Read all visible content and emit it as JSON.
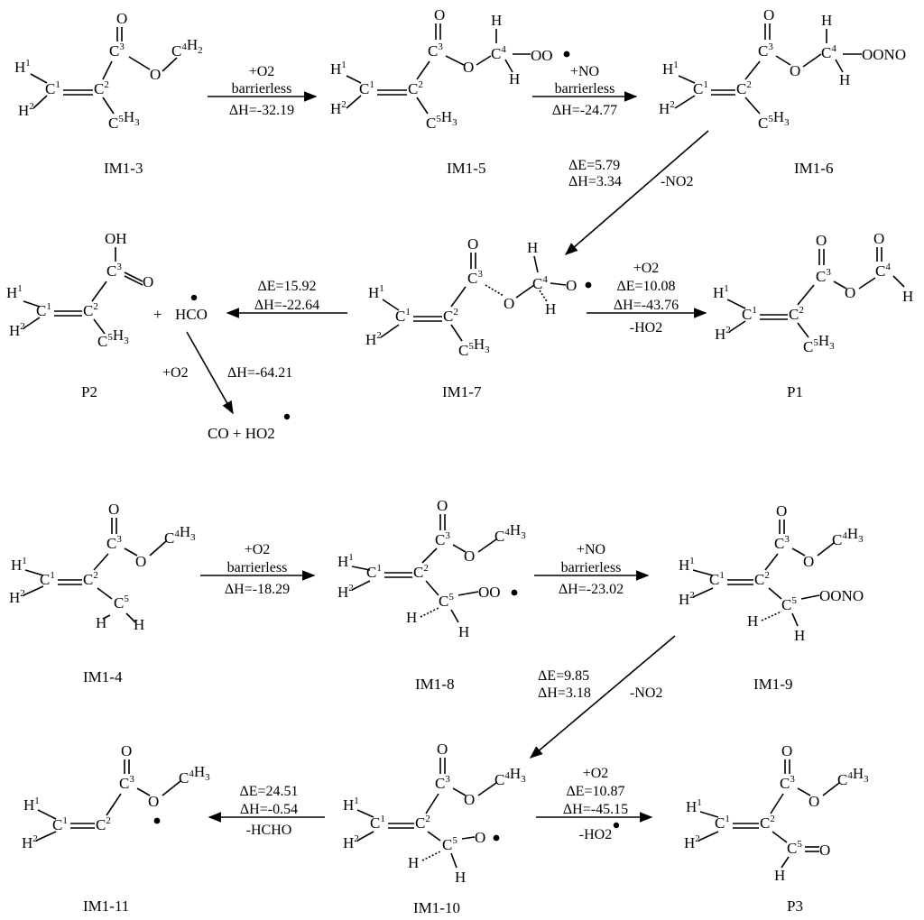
{
  "molecules": {
    "im1_3": "IM1-3",
    "im1_5": "IM1-5",
    "im1_6": "IM1-6",
    "im1_7": "IM1-7",
    "p1": "P1",
    "p2": "P2",
    "im1_4": "IM1-4",
    "im1_8": "IM1-8",
    "im1_9": "IM1-9",
    "im1_10": "IM1-10",
    "im1_11": "IM1-11",
    "p3": "P3"
  },
  "arrows": {
    "a1": {
      "l1": "+O2",
      "l2": "barrierless",
      "l3": "ΔH=-32.19"
    },
    "a2": {
      "l1": "+NO",
      "l2": "barrierless",
      "l3": "ΔH=-24.77"
    },
    "a3": {
      "l1": "ΔE=5.79",
      "l2": "ΔH=3.34",
      "l3": "-NO2"
    },
    "a4": {
      "l1": "ΔE=15.92",
      "l2": "ΔH=-22.64"
    },
    "a5": {
      "l1": "+O2",
      "l2": "ΔE=10.08",
      "l3": "ΔH=-43.76",
      "l4": "-HO2"
    },
    "a6": {
      "l1": "+O2",
      "l2": "ΔH=-64.21"
    },
    "a7": {
      "l1": "+O2",
      "l2": "barrierless",
      "l3": "ΔH=-18.29"
    },
    "a8": {
      "l1": "+NO",
      "l2": "barrierless",
      "l3": "ΔH=-23.02"
    },
    "a9": {
      "l1": "ΔE=9.85",
      "l2": "ΔH=3.18",
      "l3": "-NO2"
    },
    "a10": {
      "l1": "ΔE=24.51",
      "l2": "ΔH=-0.54",
      "l3": "-HCHO"
    },
    "a11": {
      "l1": "+O2",
      "l2": "ΔE=10.87",
      "l3": "ΔH=-45.15",
      "l4": "-HO2"
    }
  },
  "species": {
    "plus": "+",
    "hco": "HCO",
    "co_ho2": "CO + HO2"
  }
}
